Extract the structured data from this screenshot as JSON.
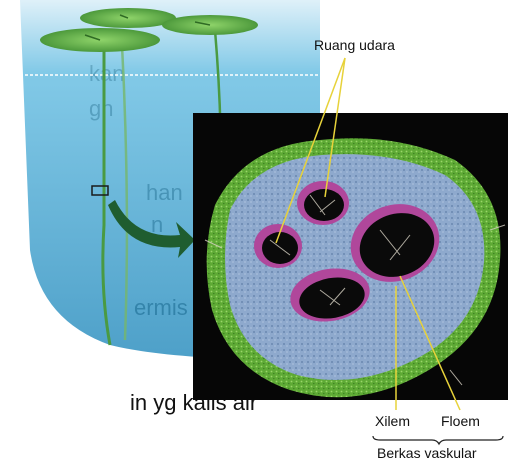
{
  "background_text": [
    "kan",
    "gn",
    "han",
    "n",
    "ermis",
    "in yg kalis air"
  ],
  "labels": {
    "air_spaces": "Ruang udara",
    "xylem": "Xilem",
    "phloem": "Floem",
    "vascular_bundle": "Berkas vaskular"
  },
  "colors": {
    "water": "#4fb0d6",
    "photo_bg": "#060606",
    "epidermis": "#6fbf3a",
    "cortex": "#9bb7d8",
    "air_space_rim": "#b0479b",
    "leader_lines": "#e7d23a",
    "arrow": "#1c5a2e",
    "lily_pad": "#69b84e"
  }
}
